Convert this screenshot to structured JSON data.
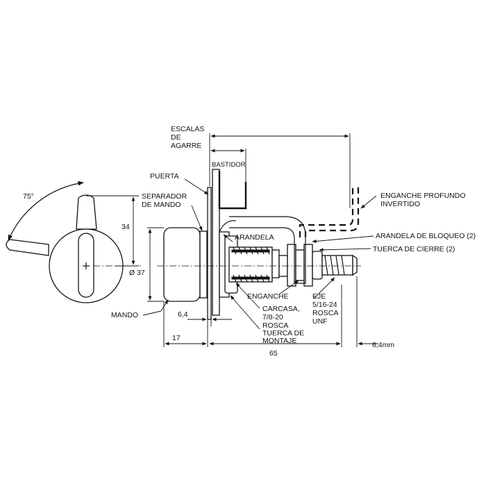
{
  "colors": {
    "ink": "#111111",
    "background": "#ffffff"
  },
  "labels": {
    "escalas_1": "ESCALAS",
    "escalas_2": "DE",
    "escalas_3": "AGARRE",
    "bastidor": "BASTIDOR",
    "puerta": "PUERTA",
    "separador_1": "SEPARADOR",
    "separador_2": "DE MANDO",
    "enganche_prof_1": "ENGANCHE PROFUNDO",
    "enganche_prof_2": "INVERTIDO",
    "arandela": "ARANDELA",
    "arandela_bloqueo": "ARANDELA DE BLOQUEO (2)",
    "tuerca_cierre": "TUERCA DE CIERRE (2)",
    "enganche": "ENGANCHE",
    "carcasa_1": "CARCASA,",
    "carcasa_2": "7/8-20",
    "carcasa_3": "ROSCA",
    "tuerca_montaje_1": "TUERCA DE",
    "tuerca_montaje_2": "MONTAJE",
    "eje_1": "EJE",
    "eje_2": "5/16-24",
    "eje_3": "ROSCA",
    "eje_4": "UNF",
    "mando": "MANDO"
  },
  "dimensions": {
    "angle": "75°",
    "d34": "34",
    "d37": "Ø 37",
    "d6_4": "6,4",
    "d17": "17",
    "d65": "65",
    "d6_4mm": "6,4mm"
  }
}
